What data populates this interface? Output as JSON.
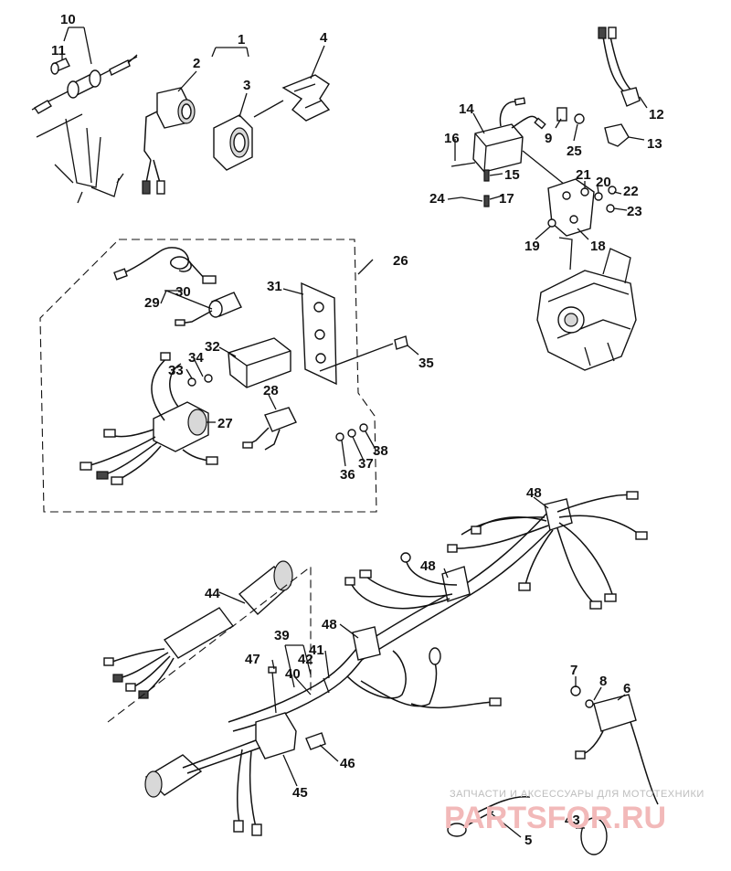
{
  "labels": [
    {
      "id": "1",
      "text": "1"
    },
    {
      "id": "2",
      "text": "2"
    },
    {
      "id": "3",
      "text": "3"
    },
    {
      "id": "4",
      "text": "4"
    },
    {
      "id": "5",
      "text": "5"
    },
    {
      "id": "6",
      "text": "6"
    },
    {
      "id": "7",
      "text": "7"
    },
    {
      "id": "8",
      "text": "8"
    },
    {
      "id": "9",
      "text": "9"
    },
    {
      "id": "10",
      "text": "10"
    },
    {
      "id": "11",
      "text": "11"
    },
    {
      "id": "12",
      "text": "12"
    },
    {
      "id": "13",
      "text": "13"
    },
    {
      "id": "14",
      "text": "14"
    },
    {
      "id": "15",
      "text": "15"
    },
    {
      "id": "16",
      "text": "16"
    },
    {
      "id": "17",
      "text": "17"
    },
    {
      "id": "18",
      "text": "18"
    },
    {
      "id": "19",
      "text": "19"
    },
    {
      "id": "20",
      "text": "20"
    },
    {
      "id": "21",
      "text": "21"
    },
    {
      "id": "22",
      "text": "22"
    },
    {
      "id": "23",
      "text": "23"
    },
    {
      "id": "24",
      "text": "24"
    },
    {
      "id": "25",
      "text": "25"
    },
    {
      "id": "26",
      "text": "26"
    },
    {
      "id": "27",
      "text": "27"
    },
    {
      "id": "28",
      "text": "28"
    },
    {
      "id": "29",
      "text": "29"
    },
    {
      "id": "30",
      "text": "30"
    },
    {
      "id": "31",
      "text": "31"
    },
    {
      "id": "32",
      "text": "32"
    },
    {
      "id": "33",
      "text": "33"
    },
    {
      "id": "34",
      "text": "34"
    },
    {
      "id": "35",
      "text": "35"
    },
    {
      "id": "36",
      "text": "36"
    },
    {
      "id": "37",
      "text": "37"
    },
    {
      "id": "38",
      "text": "38"
    },
    {
      "id": "39",
      "text": "39"
    },
    {
      "id": "40",
      "text": "40"
    },
    {
      "id": "41",
      "text": "41"
    },
    {
      "id": "42",
      "text": "42"
    },
    {
      "id": "43",
      "text": "43"
    },
    {
      "id": "44",
      "text": "44"
    },
    {
      "id": "45",
      "text": "45"
    },
    {
      "id": "46",
      "text": "46"
    },
    {
      "id": "47",
      "text": "47"
    },
    {
      "id": "48a",
      "text": "48"
    },
    {
      "id": "48b",
      "text": "48"
    },
    {
      "id": "48c",
      "text": "48"
    }
  ],
  "watermark": {
    "line1": "ЗАПЧАСТИ И АКСЕССУАРЫ ДЛЯ МОТОТЕХНИКИ",
    "line2": "PARTSFOR.RU",
    "color": "#e05050"
  }
}
